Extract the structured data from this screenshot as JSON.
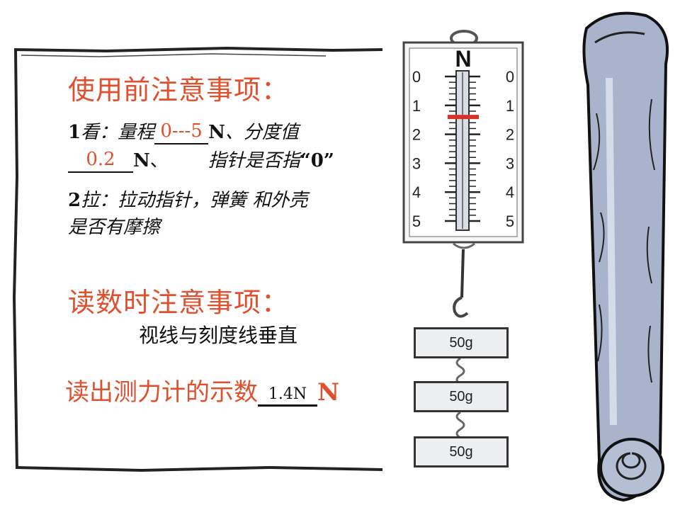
{
  "panel": {
    "heading1": "使用前注意事项：",
    "item1": {
      "num": "1",
      "lead": "看：量程",
      "range_answer": "0---5",
      "range_unit": "N",
      "mid": "、分度值",
      "div_answer": "0.2",
      "div_unit": "N",
      "sep": "、",
      "tail": "指针是否指",
      "quote_zero": "“0”"
    },
    "item2": {
      "num": "2",
      "line1": "拉：拉动指针，弹簧  和外壳",
      "line2": "是否有摩擦"
    },
    "heading2": "读数时注意事项：",
    "note": "视线与刻度线垂直",
    "question": "读出测力计的示数",
    "reading_answer": "1.4N",
    "reading_unit": "N"
  },
  "meter": {
    "unit_label": "N",
    "ticks_left": [
      "0",
      "1",
      "2",
      "3",
      "4",
      "5"
    ],
    "ticks_right": [
      "0",
      "1",
      "2",
      "3",
      "4",
      "5"
    ],
    "pointer_reading": 1.4,
    "max": 5
  },
  "weights": [
    "50g",
    "50g",
    "50g"
  ],
  "colors": {
    "accent": "#e0502e",
    "pointer": "#d4332a",
    "scroll": "#a9b4cc"
  }
}
